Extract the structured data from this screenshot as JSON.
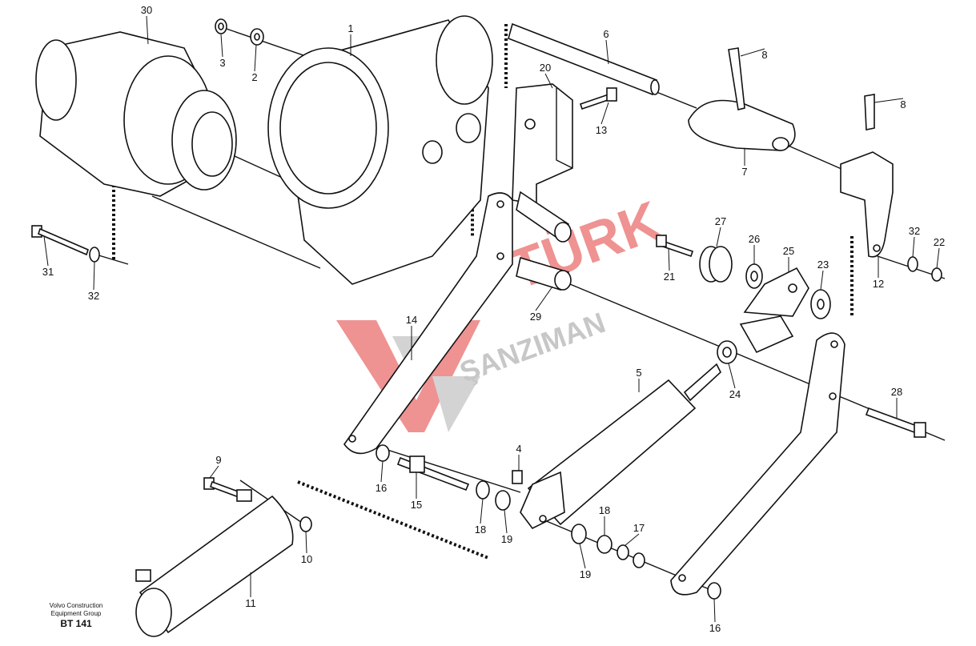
{
  "diagram": {
    "type": "exploded parts diagram",
    "callouts": [
      "30",
      "3",
      "2",
      "1",
      "6",
      "20",
      "13",
      "8",
      "8",
      "7",
      "27",
      "26",
      "25",
      "21",
      "32",
      "22",
      "23",
      "12",
      "29",
      "14",
      "5",
      "24",
      "28",
      "31",
      "32",
      "4",
      "9",
      "16",
      "15",
      "18",
      "19",
      "18",
      "17",
      "10",
      "19",
      "11",
      "16"
    ],
    "credit": {
      "line1": "Volvo Construction",
      "line2": "Equipment Group",
      "code": "BT 141"
    },
    "watermark": {
      "line1": "TÜRK",
      "line2": "ŞANZIMAN"
    },
    "colors": {
      "watermark_red": "#e23a3a",
      "watermark_gray": "#b0b0b0",
      "line": "#111111"
    }
  }
}
